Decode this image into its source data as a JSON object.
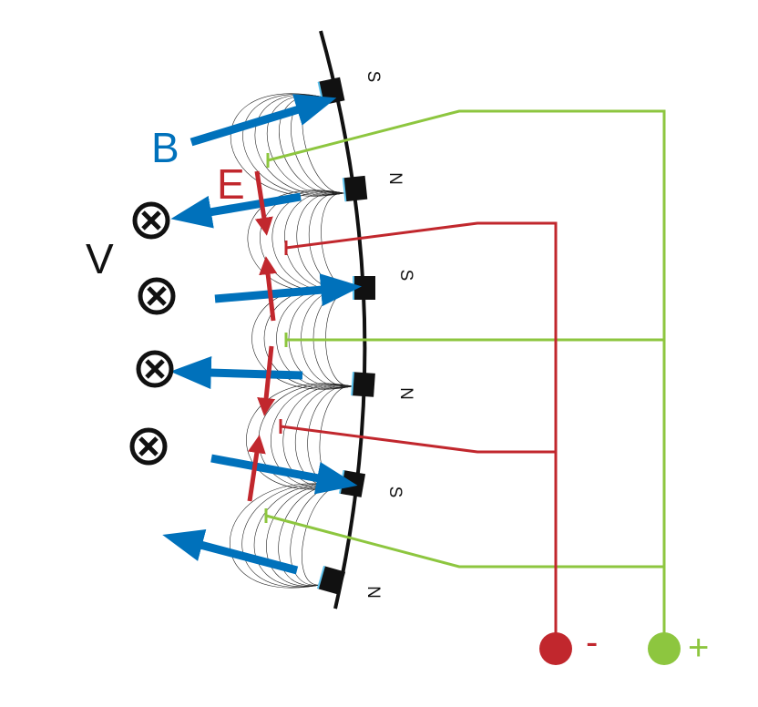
{
  "labels": {
    "B": "B",
    "E": "E",
    "V": "V"
  },
  "poles": [
    "S",
    "N",
    "S",
    "N",
    "S",
    "N"
  ],
  "terminals": {
    "negative": "-",
    "positive": "+"
  },
  "colors": {
    "magnetic_field": "#0071bb",
    "electric_field": "#c1272d",
    "positive_wire": "#8dc63f",
    "negative_wire": "#c1272d",
    "wall": "#111111",
    "magnet_tip": "#5fc3ee"
  },
  "icons": {
    "velocity_marker": "circle-cross-icon",
    "magnet": "magnet-block-icon",
    "electrode": "electrode-icon"
  }
}
